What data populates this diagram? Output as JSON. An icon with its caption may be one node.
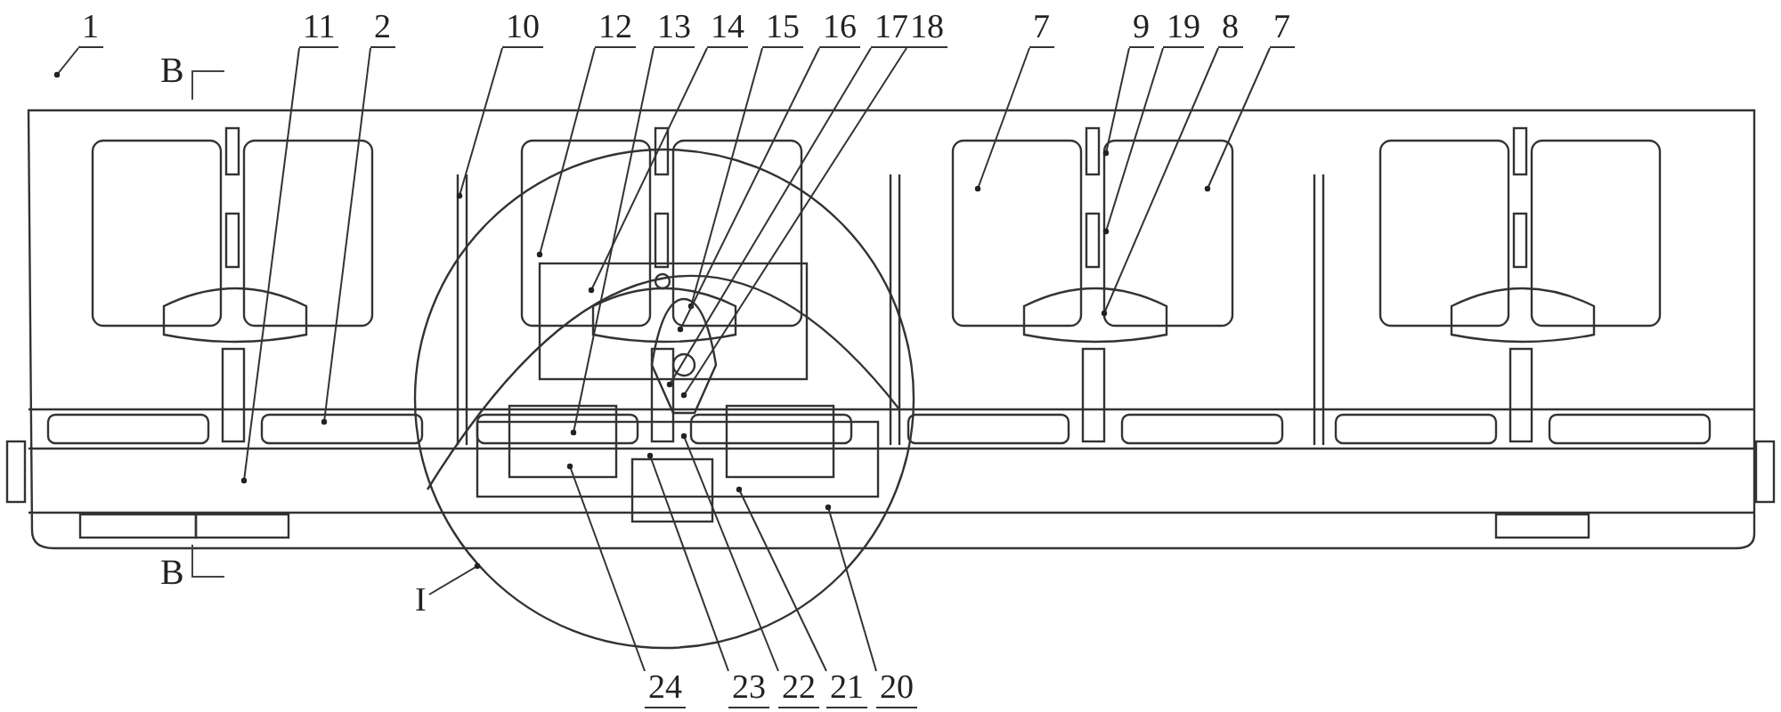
{
  "diagram": {
    "nodes": [
      {
        "text": [
          "1"
        ]
      },
      {
        "text": [
          "11"
        ]
      },
      {
        "text": [
          "2"
        ]
      },
      {
        "text": [
          "10"
        ]
      },
      {
        "text": [
          "12"
        ]
      },
      {
        "text": [
          "13"
        ]
      },
      {
        "text": [
          "14"
        ]
      },
      {
        "text": [
          "15"
        ]
      },
      {
        "text": [
          "16"
        ]
      },
      {
        "text": [
          "17"
        ]
      },
      {
        "text": [
          "18"
        ]
      },
      {
        "text": [
          "7"
        ]
      },
      {
        "text": [
          "9"
        ]
      },
      {
        "text": [
          "19"
        ]
      },
      {
        "text": [
          "8"
        ]
      },
      {
        "text": [
          "7"
        ]
      },
      {
        "text": [
          "I"
        ]
      },
      {
        "text": [
          "24"
        ]
      },
      {
        "text": [
          "23"
        ]
      },
      {
        "text": [
          "22"
        ]
      },
      {
        "text": [
          "21"
        ]
      },
      {
        "text": [
          "20"
        ]
      }
    ],
    "edges": [
      {
        "from": 0,
        "to": null,
        "arrow": "none"
      },
      {
        "from": 1,
        "to": null,
        "arrow": "none"
      },
      {
        "from": 2,
        "to": null,
        "arrow": "none"
      },
      {
        "from": 3,
        "to": null,
        "arrow": "none"
      },
      {
        "from": 4,
        "to": null,
        "arrow": "none"
      },
      {
        "from": 5,
        "to": null,
        "arrow": "none"
      },
      {
        "from": 6,
        "to": null,
        "arrow": "none"
      },
      {
        "from": 7,
        "to": null,
        "arrow": "none"
      },
      {
        "from": 8,
        "to": null,
        "arrow": "none"
      },
      {
        "from": 9,
        "to": null,
        "arrow": "none"
      },
      {
        "from": 10,
        "to": null,
        "arrow": "none"
      },
      {
        "from": 11,
        "to": null,
        "arrow": "none"
      },
      {
        "from": 12,
        "to": null,
        "arrow": "none"
      },
      {
        "from": 13,
        "to": null,
        "arrow": "none"
      },
      {
        "from": 14,
        "to": null,
        "arrow": "none"
      },
      {
        "from": 15,
        "to": null,
        "arrow": "none"
      },
      {
        "from": 16,
        "to": null,
        "arrow": "none"
      },
      {
        "from": 17,
        "to": null,
        "arrow": "none"
      },
      {
        "from": 18,
        "to": null,
        "arrow": "none"
      },
      {
        "from": 19,
        "to": null,
        "arrow": "none"
      },
      {
        "from": 20,
        "to": null,
        "arrow": "none"
      },
      {
        "from": 21,
        "to": null,
        "arrow": "none"
      }
    ],
    "labels": [
      "B",
      "B"
    ]
  }
}
